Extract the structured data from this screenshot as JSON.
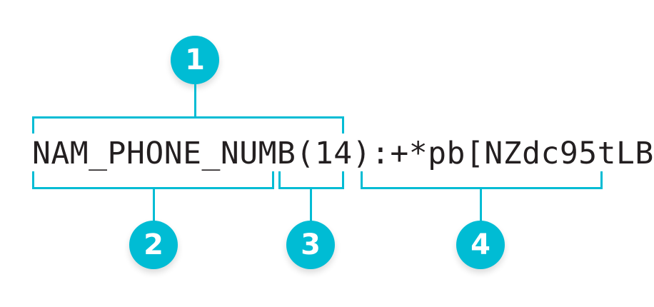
{
  "colors": {
    "accent": "#00bcd4",
    "text": "#231f20",
    "background": "#ffffff",
    "badge_label": "#ffffff"
  },
  "annotated_string": {
    "full": "NAM_PHONE_NUMB(14):+*pb[NZdc95tLB",
    "segments": [
      {
        "id": "field-name",
        "text": "NAM_PHONE_NUMB"
      },
      {
        "id": "length",
        "text": "(14)"
      },
      {
        "id": "value",
        "text": ":+*pb[NZdc95tLB"
      }
    ]
  },
  "callouts": [
    {
      "number": "1",
      "covers": "NAM_PHONE_NUMB(14)",
      "position": "above"
    },
    {
      "number": "2",
      "covers": "NAM_PHONE_NUMB",
      "position": "below"
    },
    {
      "number": "3",
      "covers": "(14)",
      "position": "below"
    },
    {
      "number": "4",
      "covers": ":+*pb[NZdc95tLB",
      "position": "below"
    }
  ]
}
